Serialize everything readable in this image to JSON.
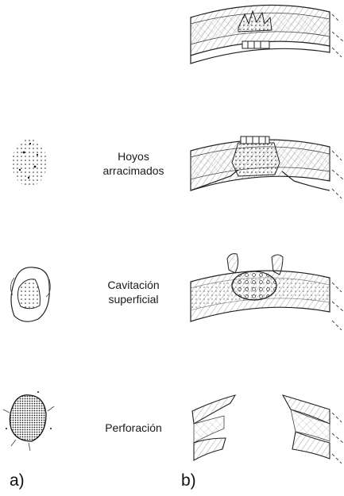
{
  "rows": [
    {
      "label_lines": [],
      "key": "initial"
    },
    {
      "label_lines": [
        "Hoyos",
        "arracimados"
      ],
      "key": "clustered-pits"
    },
    {
      "label_lines": [
        "Cavitación",
        "superficial"
      ],
      "key": "surface-cavitation"
    },
    {
      "label_lines": [
        "Perforación"
      ],
      "key": "perforation"
    }
  ],
  "panels": {
    "a": "a)",
    "b": "b)"
  },
  "icons": [
    "pit-cluster-icon",
    "cavitation-top-view-icon",
    "perforation-top-view-icon",
    "wall-cross-section-icon"
  ]
}
